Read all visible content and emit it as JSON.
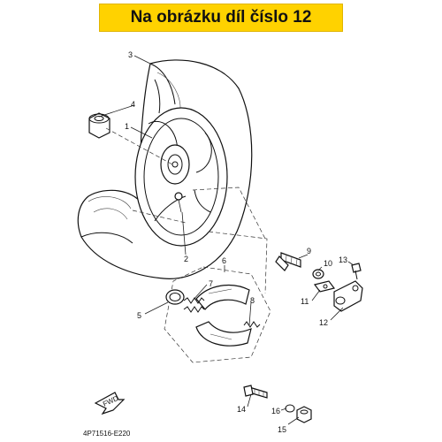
{
  "banner": {
    "text": "Na obrázku díl číslo 12",
    "color": "#ffd200"
  },
  "callouts": [
    "1",
    "2",
    "3",
    "4",
    "5",
    "6",
    "7",
    "8",
    "9",
    "10",
    "11",
    "12",
    "13",
    "14",
    "15",
    "16"
  ],
  "diagram_code": "4P71516-E220",
  "fwd_label": "FWD"
}
